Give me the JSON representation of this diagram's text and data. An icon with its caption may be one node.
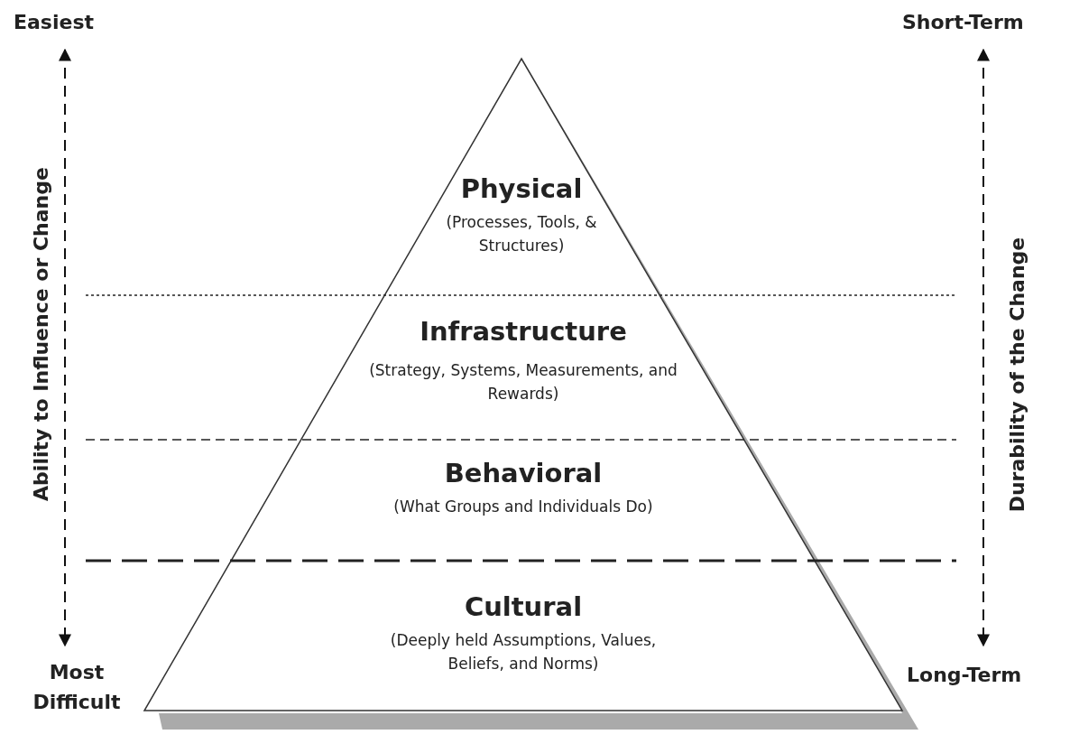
{
  "diagram": {
    "nodes": [
      {
        "text": [
          "Physical",
          "(Processes, Tools, & Structures)"
        ]
      },
      {
        "text": [
          "Infrastructure",
          "(Strategy, Systems, Measurements, and Rewards)"
        ]
      },
      {
        "text": [
          "Behavioral",
          "(What Groups and Individuals Do)"
        ]
      },
      {
        "text": [
          "Cultural",
          "(Deeply held Assumptions, Values, Beliefs, and Norms)"
        ]
      }
    ],
    "labels": [
      "Easiest",
      "Short-Term",
      "Ability to Influence or Change",
      "Durability of the Change",
      "Most Difficult",
      "Long-Term"
    ]
  }
}
